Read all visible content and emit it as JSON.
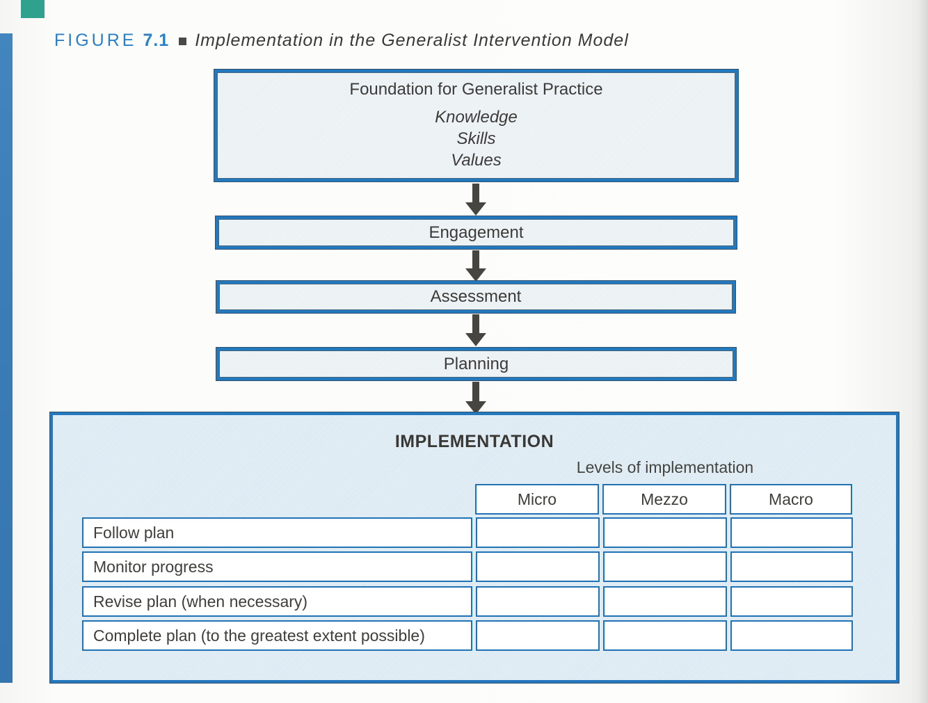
{
  "figure_header": {
    "label": "FIGURE",
    "number": "7.1",
    "title": "Implementation in the Generalist Intervention Model"
  },
  "flow": {
    "foundation": {
      "title": "Foundation for Generalist Practice",
      "items": [
        "Knowledge",
        "Skills",
        "Values"
      ]
    },
    "steps": [
      "Engagement",
      "Assessment",
      "Planning"
    ]
  },
  "implementation": {
    "title": "IMPLEMENTATION",
    "levels_label": "Levels of implementation",
    "columns": [
      "Micro",
      "Mezzo",
      "Macro"
    ],
    "rows": [
      "Follow plan",
      "Monitor progress",
      "Revise plan (when necessary)",
      "Complete plan (to the greatest extent possible)"
    ]
  },
  "colors": {
    "accent_blue": "#2379be",
    "table_border_blue": "#2171b5",
    "figure_label_blue": "#2b80c5",
    "box_fill_light": "#eff4f6",
    "implementation_fill": "#dbe9f2",
    "arrow_gray": "#47453f",
    "text_dark": "#3b3a38",
    "left_bar_blue": "#3a7cb6",
    "teal_tab": "#2fa18c"
  }
}
